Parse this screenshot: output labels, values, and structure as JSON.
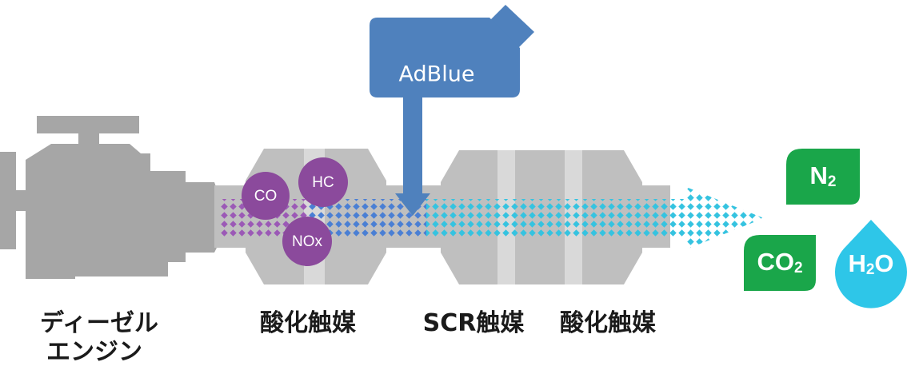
{
  "labels": {
    "engine_line1": "ディーゼル",
    "engine_line2": "エンジン",
    "oxidation_catalyst_1": "酸化触媒",
    "scr_catalyst": "SCR触媒",
    "oxidation_catalyst_2": "酸化触媒"
  },
  "adblue": {
    "label": "AdBlue",
    "color": "#4f81bd"
  },
  "pollutants": {
    "co": "CO",
    "hc": "HC",
    "nox": "NOx",
    "color": "#8b4a9c"
  },
  "products": {
    "n2": {
      "main": "N",
      "sub": "2",
      "color": "#1aa64a"
    },
    "co2": {
      "main": "CO",
      "sub": "2",
      "color": "#1aa64a"
    },
    "h2o": {
      "main": "H",
      "sub": "2",
      "tail": "O",
      "color": "#2ec6e8"
    }
  },
  "colors": {
    "engine": "#a6a6a6",
    "catalyst": "#bfbfbf",
    "catalyst_band": "#d9d9d9",
    "flow_purple": "#9b59b6",
    "flow_blue": "#4a7fd4",
    "flow_cyan": "#35c3e0"
  }
}
